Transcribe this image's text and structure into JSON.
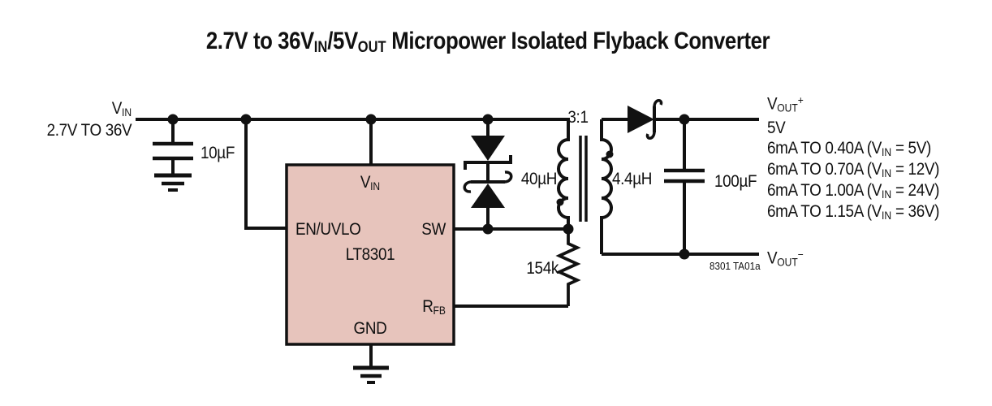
{
  "colors": {
    "background": "#ffffff",
    "stroke": "#111111",
    "ic_fill": "#e7c4bc"
  },
  "title": {
    "parts": [
      {
        "t": "n",
        "v": "2.7V to 36V"
      },
      {
        "t": "sub",
        "v": "IN"
      },
      {
        "t": "n",
        "v": "/5V"
      },
      {
        "t": "sub",
        "v": "OUT"
      },
      {
        "t": "n",
        "v": " Micropower Isolated Flyback Converter"
      }
    ]
  },
  "input": {
    "rail_label": {
      "parts": [
        {
          "t": "n",
          "v": "V"
        },
        {
          "t": "sub",
          "v": "IN"
        }
      ]
    },
    "rail_range": "2.7V TO 36V",
    "capacitor": "10µF"
  },
  "ic": {
    "part": "LT8301",
    "pin_vin": {
      "parts": [
        {
          "t": "n",
          "v": "V"
        },
        {
          "t": "sub",
          "v": "IN"
        }
      ]
    },
    "pin_en": "EN/UVLO",
    "pin_sw": "SW",
    "pin_rfb": {
      "parts": [
        {
          "t": "n",
          "v": "R"
        },
        {
          "t": "sub",
          "v": "FB"
        }
      ]
    },
    "pin_gnd": "GND"
  },
  "transformer": {
    "ratio": "3:1",
    "primary_inductance": "40µH",
    "secondary_inductance": "4.4µH"
  },
  "feedback": {
    "resistor": "154k"
  },
  "output": {
    "capacitor": "100µF",
    "terminal_pos": {
      "parts": [
        {
          "t": "n",
          "v": "V"
        },
        {
          "t": "sub",
          "v": "OUT"
        },
        {
          "t": "sup",
          "v": "+"
        }
      ]
    },
    "voltage": "5V",
    "current_specs": [
      {
        "parts": [
          {
            "t": "n",
            "v": "6mA TO 0.40A (V"
          },
          {
            "t": "sub",
            "v": "IN"
          },
          {
            "t": "n",
            "v": " = 5V)"
          }
        ]
      },
      {
        "parts": [
          {
            "t": "n",
            "v": "6mA TO 0.70A (V"
          },
          {
            "t": "sub",
            "v": "IN"
          },
          {
            "t": "n",
            "v": " = 12V)"
          }
        ]
      },
      {
        "parts": [
          {
            "t": "n",
            "v": "6mA TO 1.00A (V"
          },
          {
            "t": "sub",
            "v": "IN"
          },
          {
            "t": "n",
            "v": " = 24V)"
          }
        ]
      },
      {
        "parts": [
          {
            "t": "n",
            "v": "6mA TO 1.15A (V"
          },
          {
            "t": "sub",
            "v": "IN"
          },
          {
            "t": "n",
            "v": " = 36V)"
          }
        ]
      }
    ],
    "terminal_neg": {
      "parts": [
        {
          "t": "n",
          "v": "V"
        },
        {
          "t": "sub",
          "v": "OUT"
        },
        {
          "t": "sup",
          "v": "−"
        }
      ]
    },
    "figure_note": "8301 TA01a"
  }
}
